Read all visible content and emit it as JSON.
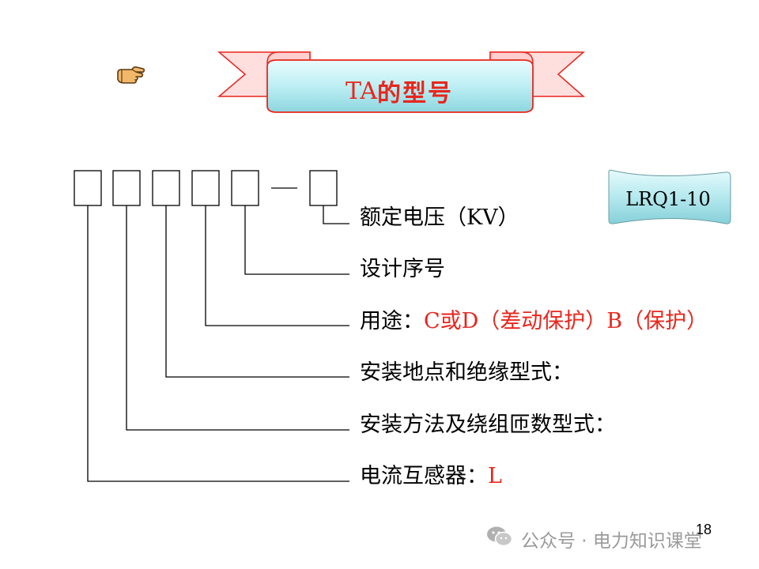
{
  "title": {
    "prefix": "TA",
    "suffix": "的型号"
  },
  "model_example": "LRQ1-10",
  "labels": [
    {
      "text": "额定电压（KV）",
      "highlight": ""
    },
    {
      "text": "设计序号",
      "highlight": ""
    },
    {
      "text": "用途：",
      "highlight": "C或D（差动保护）B（保护）"
    },
    {
      "text": "安装地点和绝缘型式：",
      "highlight": ""
    },
    {
      "text": "安装方法及绕组匝数型式：",
      "highlight": ""
    },
    {
      "text": "电流互感器：",
      "highlight": "L"
    }
  ],
  "page_number": "18",
  "watermark": "公众号 · 电力知识课堂",
  "colors": {
    "accent_red": "#e8261d",
    "banner_fill": "#c9f3f7",
    "banner_border": "#e8261d",
    "model_badge_fill": "#c3eff2",
    "watermark_gray": "#9a9a9a"
  },
  "icons": {
    "pointer": "pointing-hand-icon",
    "watermark_logo": "wechat-logo-icon"
  }
}
